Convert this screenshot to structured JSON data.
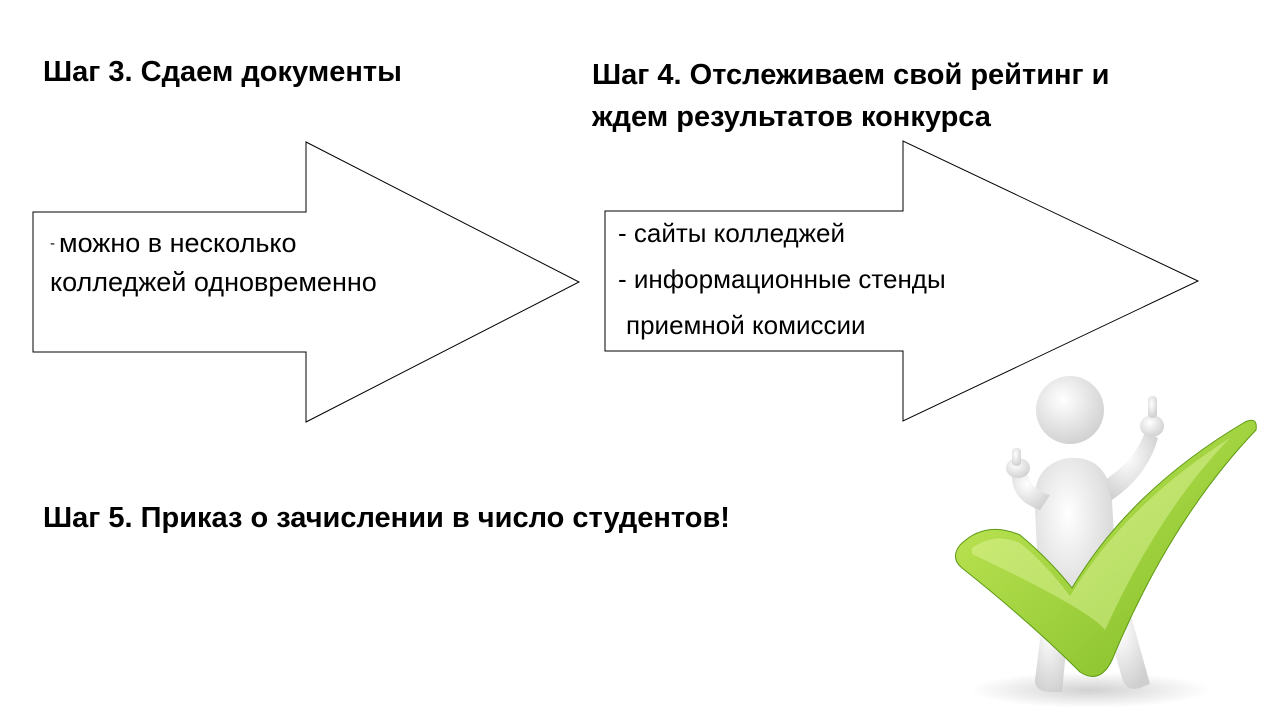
{
  "slide": {
    "step3": {
      "title": "Шаг 3. Сдаем документы"
    },
    "step4": {
      "title_line1": "Шаг 4. Отслеживаем свой рейтинг и",
      "title_line2": "ждем результатов конкурса"
    },
    "step5": {
      "title": "Шаг 5. Приказ о зачислении в число студентов!"
    },
    "arrow1": {
      "dash": "-",
      "line1": "можно в несколько",
      "line2": "колледжей одновременно"
    },
    "arrow2": {
      "line1": "-  сайты колледжей",
      "line2": "-  информационные стенды",
      "line3": "приемной комиссии"
    },
    "colors": {
      "check_light": "#b5e04a",
      "check_dark": "#6fa81c",
      "figure_body": "#f2f2f2",
      "arrow_stroke": "#000000"
    },
    "icons": {
      "figure": "person-thumbs-up-checkmark-icon"
    }
  }
}
